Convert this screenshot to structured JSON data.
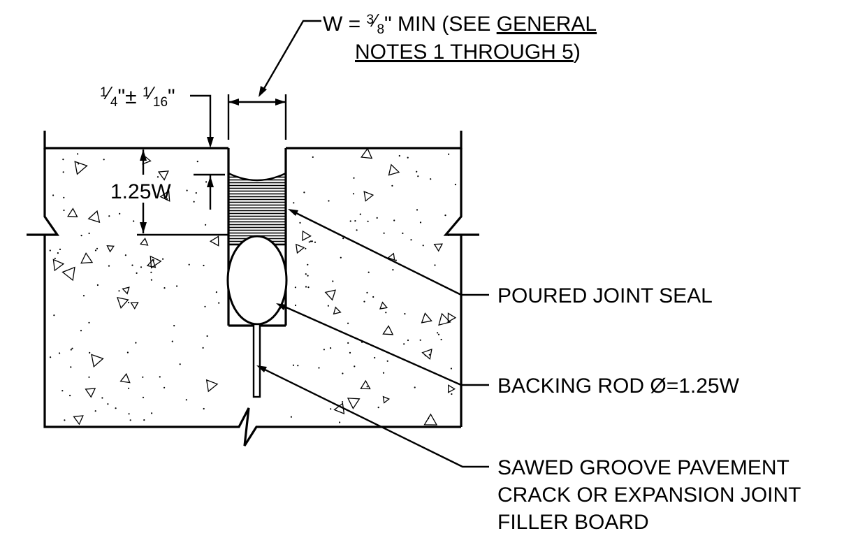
{
  "callouts": {
    "width_spec": {
      "prefix": "W = ",
      "frac_num": "3",
      "frac_den": "8",
      "mid": "\" MIN (SEE ",
      "underlined_1": "GENERAL",
      "underlined_2": "NOTES 1 THROUGH 5",
      "suffix": ")"
    },
    "depth_tolerance": {
      "a_num": "1",
      "a_den": "4",
      "mid": "\"± ",
      "b_num": "1",
      "b_den": "16",
      "suffix": "\""
    },
    "seal_depth": "1.25W"
  },
  "labels": {
    "poured_joint_seal": "POURED JOINT SEAL",
    "backing_rod": "BACKING ROD Ø=1.25W",
    "filler_line1": "SAWED GROOVE PAVEMENT",
    "filler_line2": "CRACK OR EXPANSION JOINT",
    "filler_line3": "FILLER BOARD"
  },
  "colors": {
    "ink": "#000000",
    "background": "#ffffff"
  }
}
